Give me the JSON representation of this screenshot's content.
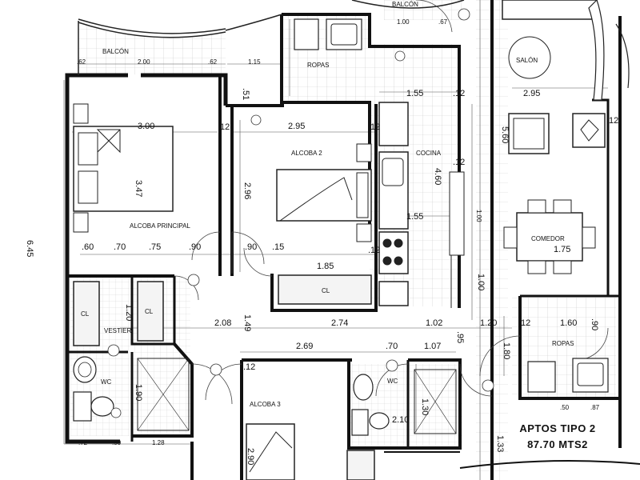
{
  "rooms": {
    "balcon_left": "BALCÓN",
    "balcon_top": "BALCÓN",
    "ropas_top": "ROPAS",
    "alcoba_principal": "ALCOBA PRINCIPAL",
    "alcoba_2": "ALCOBA 2",
    "alcoba_3": "ALCOBA 3",
    "cocina": "COCINA",
    "salon": "SALÓN",
    "comedor": "COMEDOR",
    "ropas_right": "ROPAS",
    "vestier": "VESTIER",
    "wc_left": "WC",
    "wc_right": "WC",
    "cl_vestier_1": "CL",
    "cl_vestier_2": "CL",
    "cl_alcoba2": "CL"
  },
  "dimensions": {
    "d_300": "3.00",
    "d_347": "3.47",
    "d_295_a": "2.95",
    "d_296": "2.96",
    "d_155_a": "1.55",
    "d_155_b": "1.55",
    "d_460": "4.60",
    "d_295_b": "2.95",
    "d_560": "5.60",
    "d_175": "1.75",
    "d_645": "6.45",
    "d_200": "2.00",
    "d_62_a": ".62",
    "d_62_b": ".62",
    "d_115": "1.15",
    "d_51": ".51",
    "d_60": ".60",
    "d_70_a": ".70",
    "d_75": ".75",
    "d_90_a": ".90",
    "d_90_b": ".90",
    "d_15": ".15",
    "d_185": "1.85",
    "d_120_a": "1.20",
    "d_208": "2.08",
    "d_149": "1.49",
    "d_274": "2.74",
    "d_102": "1.02",
    "d_120_b": "1.20",
    "d_12_a": ".12",
    "d_12_b": ".12",
    "d_12_c": ".12",
    "d_12_d": ".12",
    "d_12_e": ".12",
    "d_12_f": ".12",
    "d_12_g": ".12",
    "d_12_h": ".12",
    "d_160": "1.60",
    "d_90_c": ".90",
    "d_180": "1.80",
    "d_269": "2.69",
    "d_70_b": ".70",
    "d_107": "1.07",
    "d_95": ".95",
    "d_190": "1.90",
    "d_290": "2.90",
    "d_210": "2.10",
    "d_130": "1.30",
    "d_100_a": "1.00",
    "d_100_b": "1.00",
    "d_67": ".67",
    "d_72": ".72",
    "d_50_a": ".50",
    "d_128": "1.28",
    "d_50_b": ".50",
    "d_87": ".87",
    "d_133": "1.33"
  },
  "caption": {
    "line1": "APTOS TIPO 2",
    "line2": "87.70 MTS2"
  }
}
